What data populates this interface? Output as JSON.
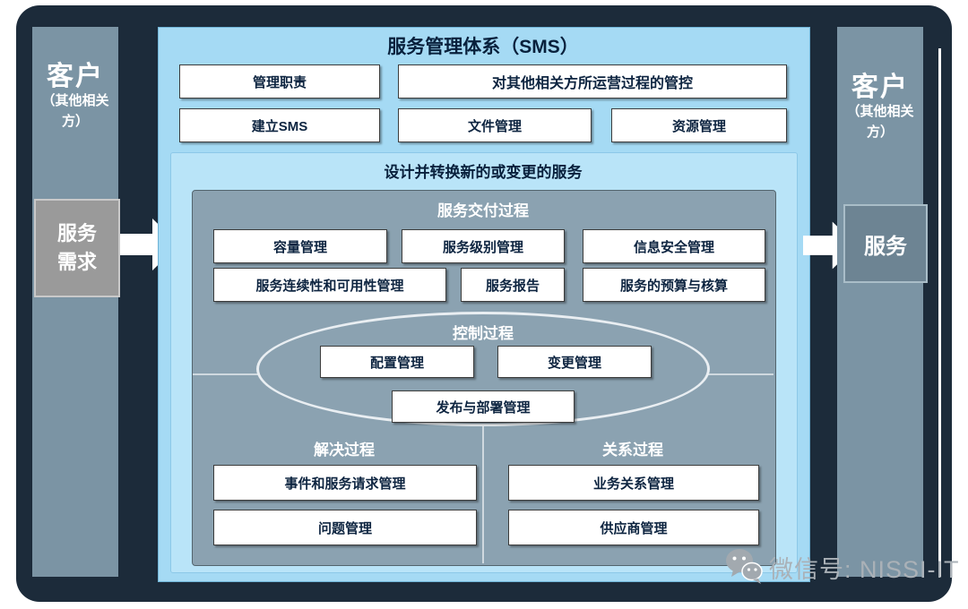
{
  "diagram": {
    "customer_left": {
      "title": "客户",
      "subtitle": "（其他相关方）",
      "demand_box": "服务需求"
    },
    "customer_right": {
      "title": "客户",
      "subtitle": "（其他相关方）",
      "service_box": "服务"
    },
    "sms": {
      "title": "服务管理体系（SMS）",
      "row1": [
        "管理职责",
        "对其他相关方所运营过程的管控"
      ],
      "row2": [
        "建立SMS",
        "文件管理",
        "资源管理"
      ],
      "design": {
        "title": "设计并转换新的或变更的服务",
        "delivery": {
          "title": "服务交付过程",
          "row1": [
            "容量管理",
            "服务级别管理",
            "信息安全管理"
          ],
          "row2": [
            "服务连续性和可用性管理",
            "服务报告",
            "服务的预算与核算"
          ]
        },
        "control": {
          "title": "控制过程",
          "row1": [
            "配置管理",
            "变更管理"
          ],
          "row2": [
            "发布与部署管理"
          ]
        },
        "resolution": {
          "title": "解决过程",
          "boxes": [
            "事件和服务请求管理",
            "问题管理"
          ]
        },
        "relationship": {
          "title": "关系过程",
          "boxes": [
            "业务关系管理",
            "供应商管理"
          ]
        }
      }
    },
    "watermark": {
      "icon": "wechat-icon",
      "text": "微信号: NISSI-IT"
    }
  },
  "colors": {
    "frame": "#1c2b3a",
    "side_panel": "#7b94a4",
    "sms_panel": "#a5daf4",
    "design_panel": "#b9e4f8",
    "process_panel": "#8ba2b1",
    "demand_box": "#9a9a9a",
    "service_box": "#6d8493",
    "box_text": "#0d2440",
    "divider": "#cfd9df"
  }
}
